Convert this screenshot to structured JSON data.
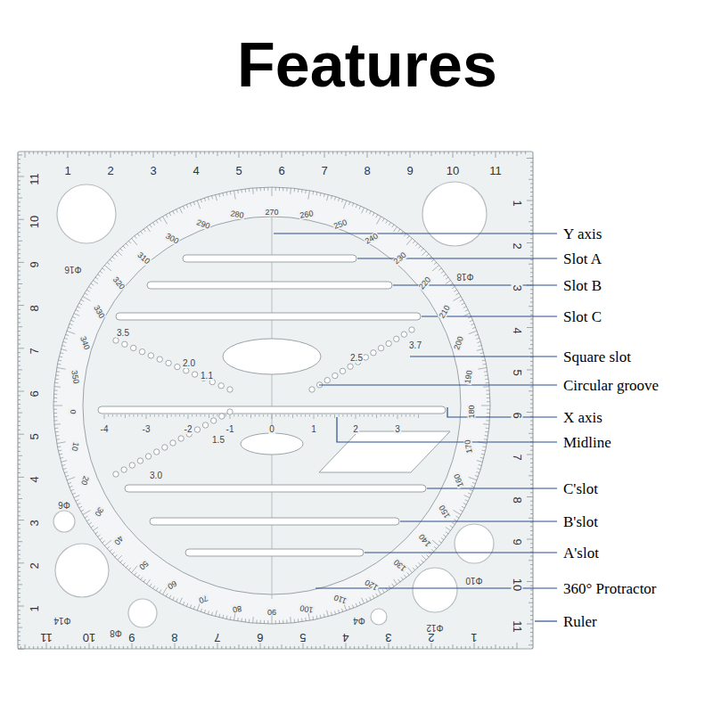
{
  "diagram": {
    "title": "Features",
    "labels": [
      "Y axis",
      "Slot A",
      "Slot B",
      "Slot C",
      "Square slot",
      "Circular groove",
      "X axis",
      "Midline",
      "C'slot",
      "B'slot",
      "A'slot",
      "360° Protractor",
      "Ruler",
      "1",
      "2",
      "3",
      "4",
      "5",
      "6",
      "7",
      "8",
      "9",
      "10",
      "11",
      "1",
      "2",
      "3",
      "4",
      "5",
      "6",
      "7",
      "8",
      "9",
      "10",
      "11",
      "11",
      "10",
      "9",
      "8",
      "7",
      "6",
      "5",
      "4",
      "3",
      "2",
      "1",
      "11",
      "10",
      "9",
      "8",
      "7",
      "6",
      "5",
      "4",
      "3",
      "2",
      "1",
      "0",
      "10",
      "20",
      "30",
      "40",
      "50",
      "60",
      "70",
      "80",
      "90",
      "100",
      "110",
      "120",
      "130",
      "140",
      "150",
      "160",
      "170",
      "180",
      "190",
      "200",
      "210",
      "220",
      "230",
      "240",
      "250",
      "260",
      "270",
      "280",
      "290",
      "300",
      "310",
      "320",
      "330",
      "340",
      "350",
      "Φ16",
      "Φ18",
      "Φ6",
      "Φ14",
      "Φ8",
      "Φ4",
      "Φ12",
      "Φ10",
      "3.5",
      "2.0",
      "1.1",
      "2.5",
      "3.7",
      "3.0",
      "1.5",
      "-4",
      "-3",
      "-2",
      "-1",
      "0",
      "1",
      "2",
      "3"
    ]
  }
}
